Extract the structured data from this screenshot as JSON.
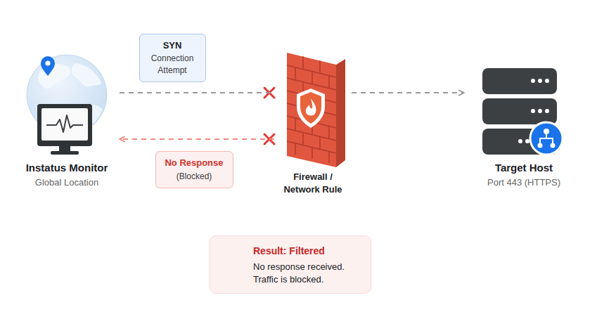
{
  "diagram": {
    "nodes": [
      {
        "text": [
          "Instatus Monitor",
          "Global Location"
        ]
      },
      {
        "text": [
          "SYN",
          "Connection Attempt"
        ]
      },
      {
        "text": [
          "Firewall / Network Rule"
        ]
      },
      {
        "text": [
          "Target Host",
          "Port 443 (HTTPS)"
        ]
      },
      {
        "text": [
          "No Response",
          "(Blocked)"
        ]
      },
      {
        "text": [
          "Result: Filtered",
          "No response received. Traffic is blocked."
        ]
      }
    ],
    "edges": [
      {
        "from": 0,
        "to": 2,
        "arrow": "none"
      },
      {
        "from": 2,
        "to": 3,
        "arrow": "to"
      },
      {
        "from": 2,
        "to": 0,
        "arrow": "to"
      }
    ]
  }
}
